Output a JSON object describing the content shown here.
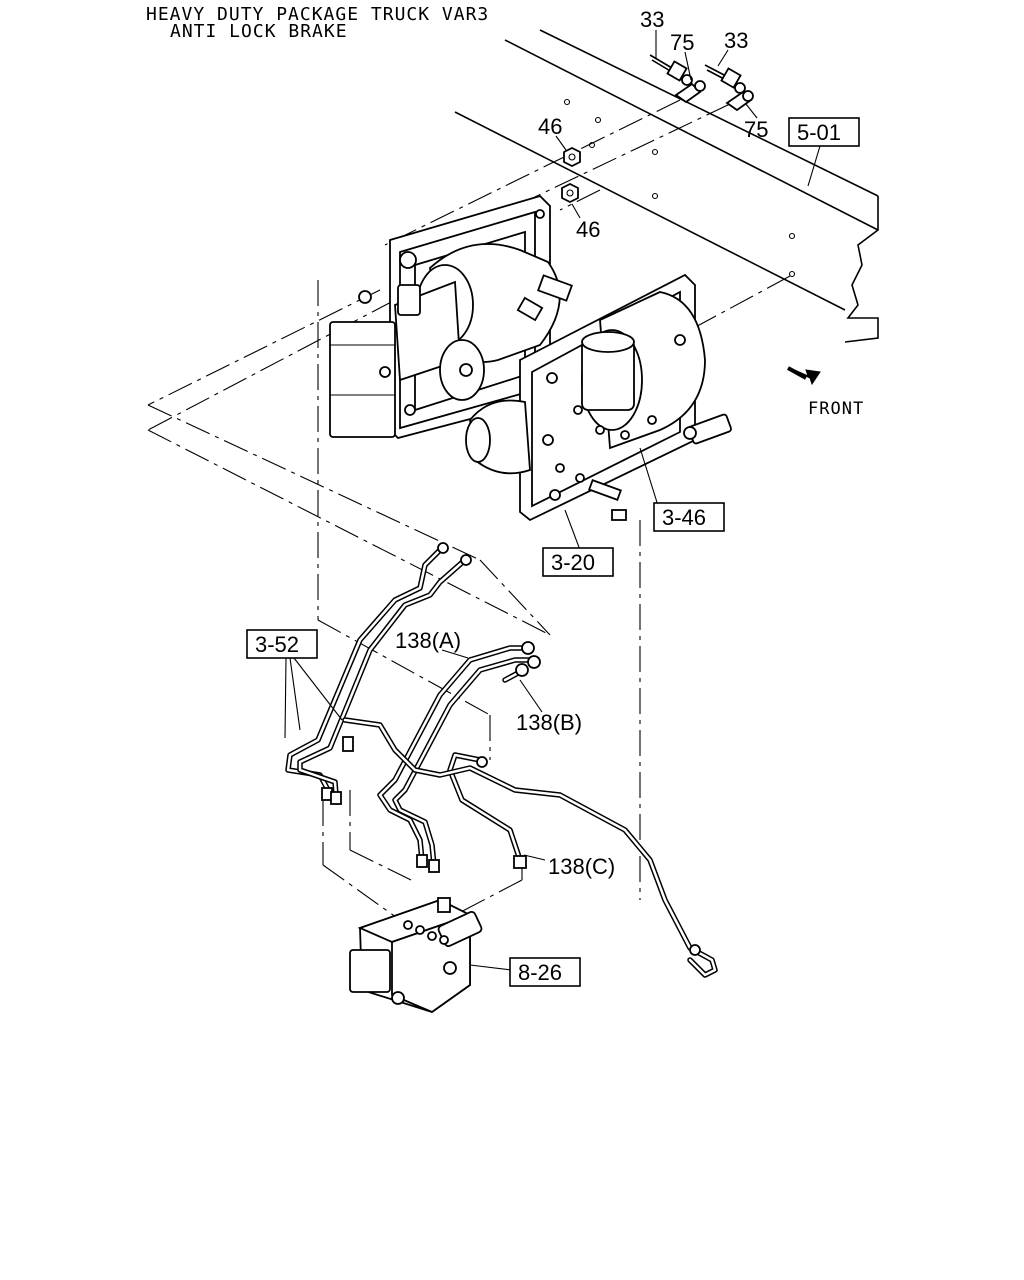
{
  "title": {
    "line1": "HEAVY DUTY PACKAGE TRUCK VAR3",
    "line2": "ANTI LOCK BRAKE"
  },
  "direction_label": "FRONT",
  "callouts": {
    "c33a": "33",
    "c33b": "33",
    "c75a": "75",
    "c75b": "75",
    "c46a": "46",
    "c46b": "46",
    "c138a": "138(A)",
    "c138b": "138(B)",
    "c138c": "138(C)"
  },
  "references": {
    "r501": "5-01",
    "r346": "3-46",
    "r320": "3-20",
    "r352": "3-52",
    "r826": "8-26"
  }
}
